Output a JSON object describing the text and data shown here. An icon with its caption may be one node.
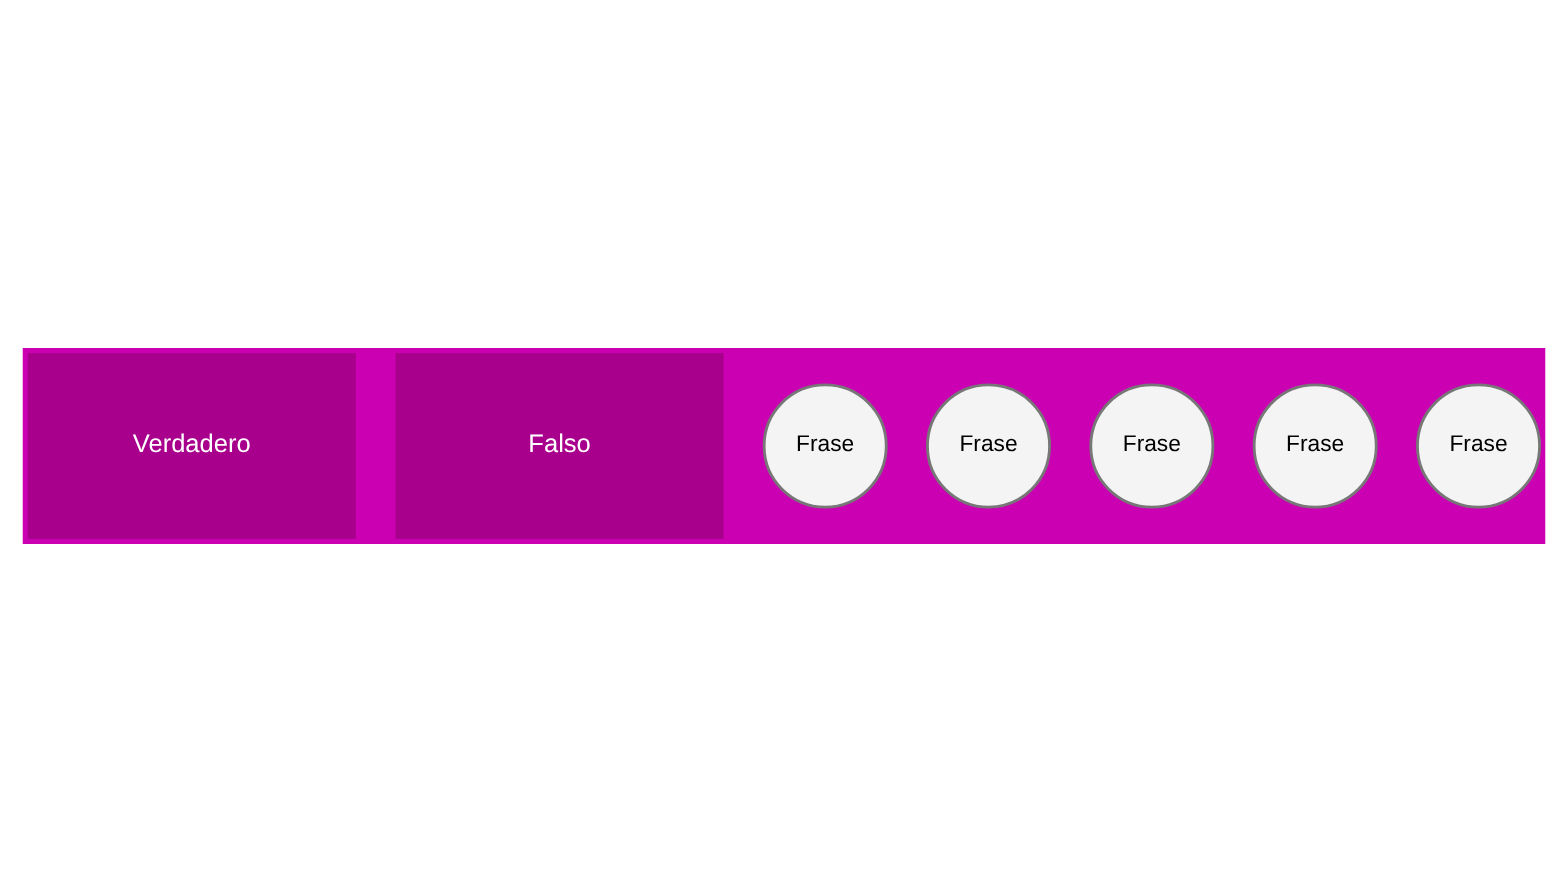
{
  "diagram": {
    "nodes": [
      {
        "text": [
          "Verdadero"
        ]
      },
      {
        "text": [
          "Falso"
        ]
      },
      {
        "text": [
          "Frase"
        ]
      },
      {
        "text": [
          "Frase"
        ]
      },
      {
        "text": [
          "Frase"
        ]
      },
      {
        "text": [
          "Frase"
        ]
      },
      {
        "text": [
          "Frase"
        ]
      }
    ],
    "edges": []
  }
}
